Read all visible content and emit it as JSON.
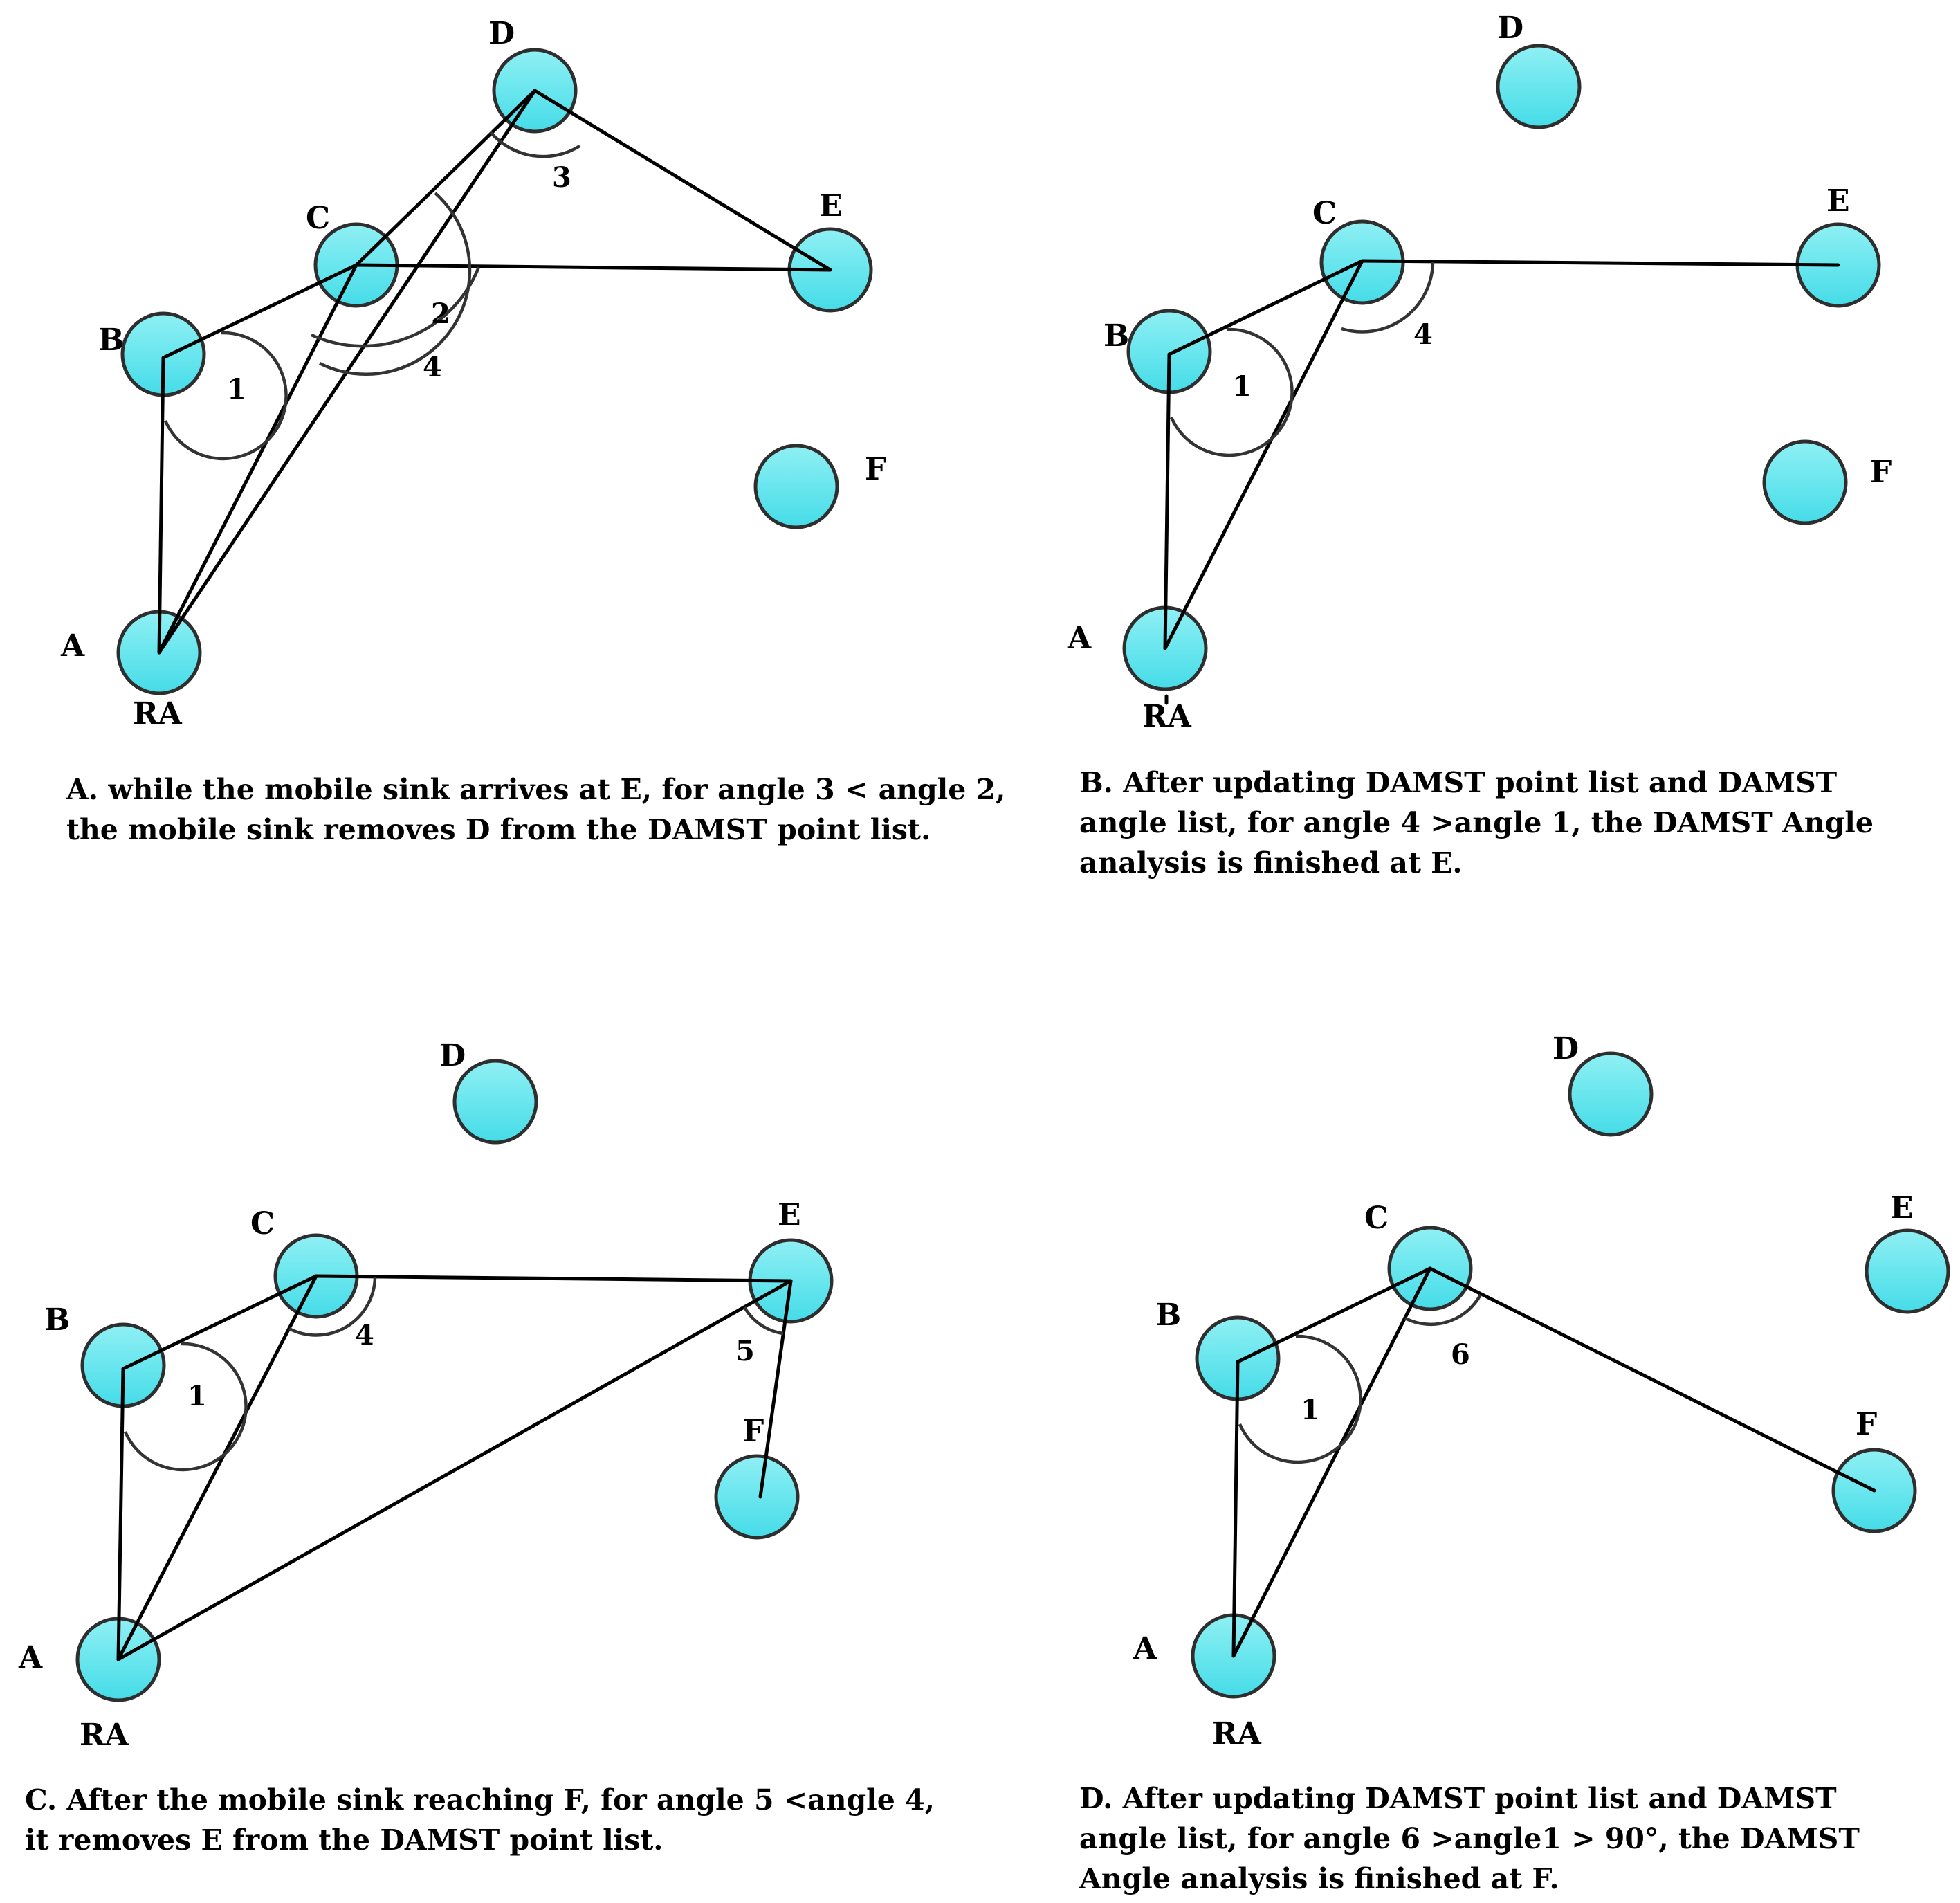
{
  "node_colors": {
    "top": "#8ff0f4",
    "bottom": "#45dce8",
    "stroke": "#2e2e2e"
  },
  "panels": [
    {
      "id": "A",
      "nodes": {
        "A": "A",
        "RA": "RA",
        "B": "B",
        "C": "C",
        "D": "D",
        "E": "E",
        "F": "F"
      },
      "angles": [
        "1",
        "2",
        "3",
        "4"
      ],
      "caption": [
        "A. while the mobile sink arrives at E, for angle 3 < angle 2,",
        "the mobile sink removes D from the DAMST point list."
      ]
    },
    {
      "id": "B",
      "nodes": {
        "A": "A",
        "RA": "RA",
        "B": "B",
        "C": "C",
        "D": "D",
        "E": "E",
        "F": "F"
      },
      "angles": [
        "1",
        "4"
      ],
      "caption": [
        "B. After updating DAMST point list and DAMST",
        "angle list, for angle 4 >angle 1, the DAMST Angle",
        "analysis is finished at E."
      ]
    },
    {
      "id": "C",
      "nodes": {
        "A": "A",
        "RA": "RA",
        "B": "B",
        "C": "C",
        "D": "D",
        "E": "E",
        "F": "F"
      },
      "angles": [
        "1",
        "4",
        "5"
      ],
      "caption": [
        "C. After the mobile sink reaching F, for angle 5 <angle 4,",
        "it removes E from the DAMST point list."
      ]
    },
    {
      "id": "D",
      "nodes": {
        "A": "A",
        "RA": "RA",
        "B": "B",
        "C": "C",
        "D": "D",
        "E": "E",
        "F": "F"
      },
      "angles": [
        "1",
        "6"
      ],
      "caption": [
        "D.  After updating DAMST point list and DAMST",
        "angle list, for angle 6 >angle1 > 90°, the DAMST",
        "Angle analysis is finished at F."
      ]
    }
  ]
}
